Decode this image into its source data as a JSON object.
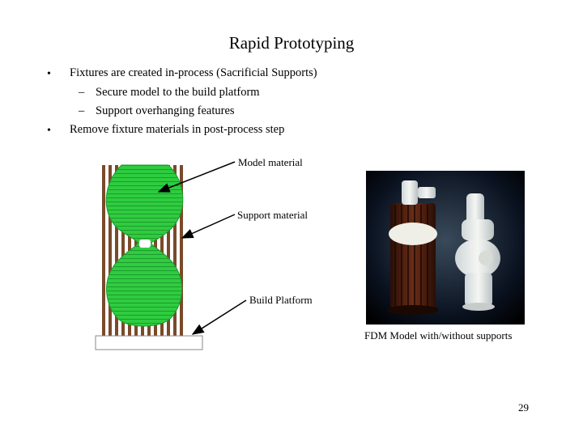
{
  "slide": {
    "title": "Rapid Prototyping",
    "bullets": [
      {
        "text": "Fixtures are created in-process (Sacrificial Supports)"
      },
      {
        "text": "Remove fixture materials in post-process step"
      }
    ],
    "subbullets": [
      {
        "text": "Secure model to the build platform"
      },
      {
        "text": "Support overhanging features"
      }
    ],
    "bullet_char": "•",
    "sub_char": "–",
    "page_number": "29"
  },
  "diagram": {
    "labels": {
      "model": "Model material",
      "support": "Support material",
      "platform": "Build Platform"
    },
    "colors": {
      "model": "#2ecc40",
      "support": "#7a4a2a",
      "platform": "#ffffff",
      "arrow": "#000000"
    }
  },
  "photo": {
    "caption": "FDM Model with/without supports"
  }
}
